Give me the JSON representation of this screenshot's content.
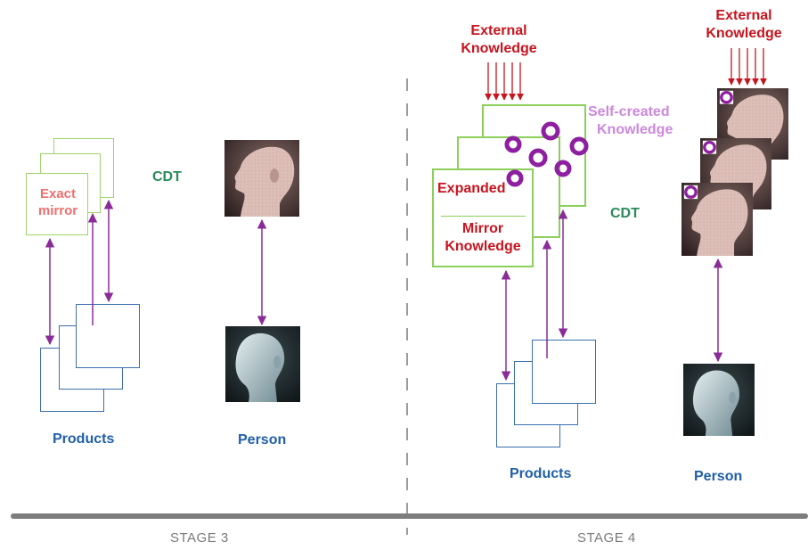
{
  "stage3": {
    "mirror_label_line1": "Exact",
    "mirror_label_line2": "mirror",
    "cdt_label": "CDT",
    "products_label": "Products",
    "person_label": "Person",
    "stage_label": "STAGE 3"
  },
  "stage4": {
    "external_knowledge_line1": "External",
    "external_knowledge_line2": "Knowledge",
    "self_created_line1": "Self-created",
    "self_created_line2": "Knowledge",
    "expanded_label": "Expanded",
    "mirror_knowledge_line1": "Mirror",
    "mirror_knowledge_line2": "Knowledge",
    "cdt_label": "CDT",
    "external_knowledge2_line1": "External",
    "external_knowledge2_line2": "Knowledge",
    "products_label": "Products",
    "person_label": "Person",
    "stage_label": "STAGE 4"
  },
  "colors": {
    "arrow": "#8a2c98",
    "external_arrow": "#c8141e",
    "ring": "#8d1fa0",
    "green_border": "#8ccf5a",
    "blue_border": "#3a6fae",
    "timeline": "#7d7d7d"
  }
}
